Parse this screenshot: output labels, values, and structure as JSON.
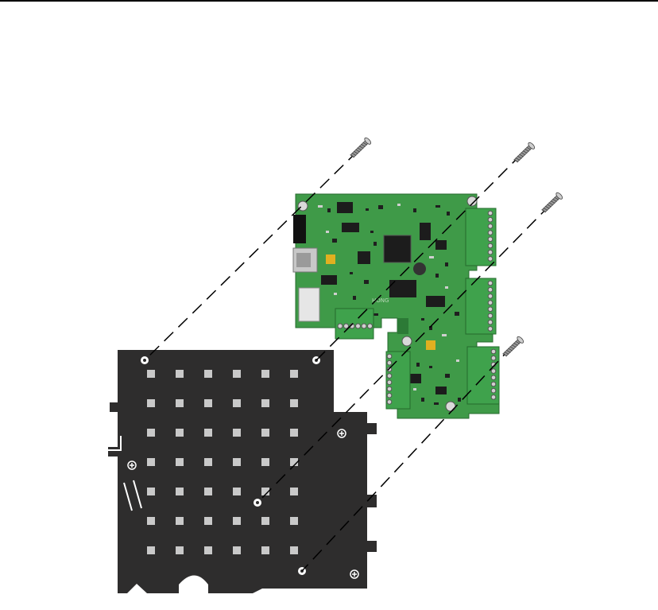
{
  "figure": {
    "description_visible_text": "",
    "board_silkscreen": "HONG",
    "colors": {
      "plate": "#2e2d2d",
      "plate_slot": "#c9c9c9",
      "pcb": "#3f9a48",
      "pcb_dark": "#2c7a36",
      "connector": "#3fa24c",
      "screw": "#bdbdbd",
      "guide_line": "#000000"
    },
    "parts": {
      "mounting_plate": "mounting-plate",
      "circuit_board": "control-board-pcb",
      "screws": [
        "screw-1",
        "screw-2",
        "screw-3",
        "screw-4"
      ]
    }
  }
}
